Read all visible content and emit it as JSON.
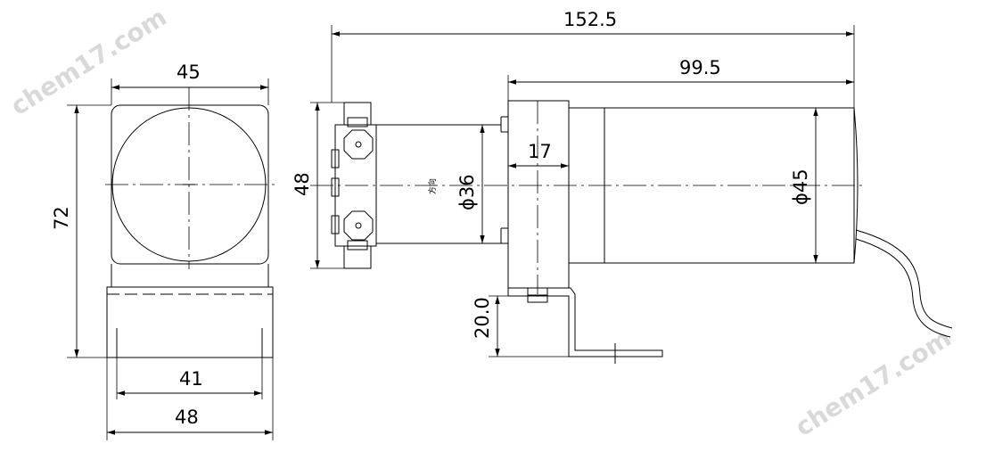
{
  "watermark": "chem17.com",
  "dimensions": {
    "front_width": "45",
    "front_height": "72",
    "bracket_inner": "41",
    "bracket_outer": "48",
    "pump_head_height": "48",
    "overall_length": "152.5",
    "motor_length": "99.5",
    "flange_width": "17",
    "pump_dia": "ϕ36",
    "motor_dia": "ϕ45",
    "mount_height": "20.0"
  },
  "annotations": {
    "flow_direction_mark": "方向"
  }
}
